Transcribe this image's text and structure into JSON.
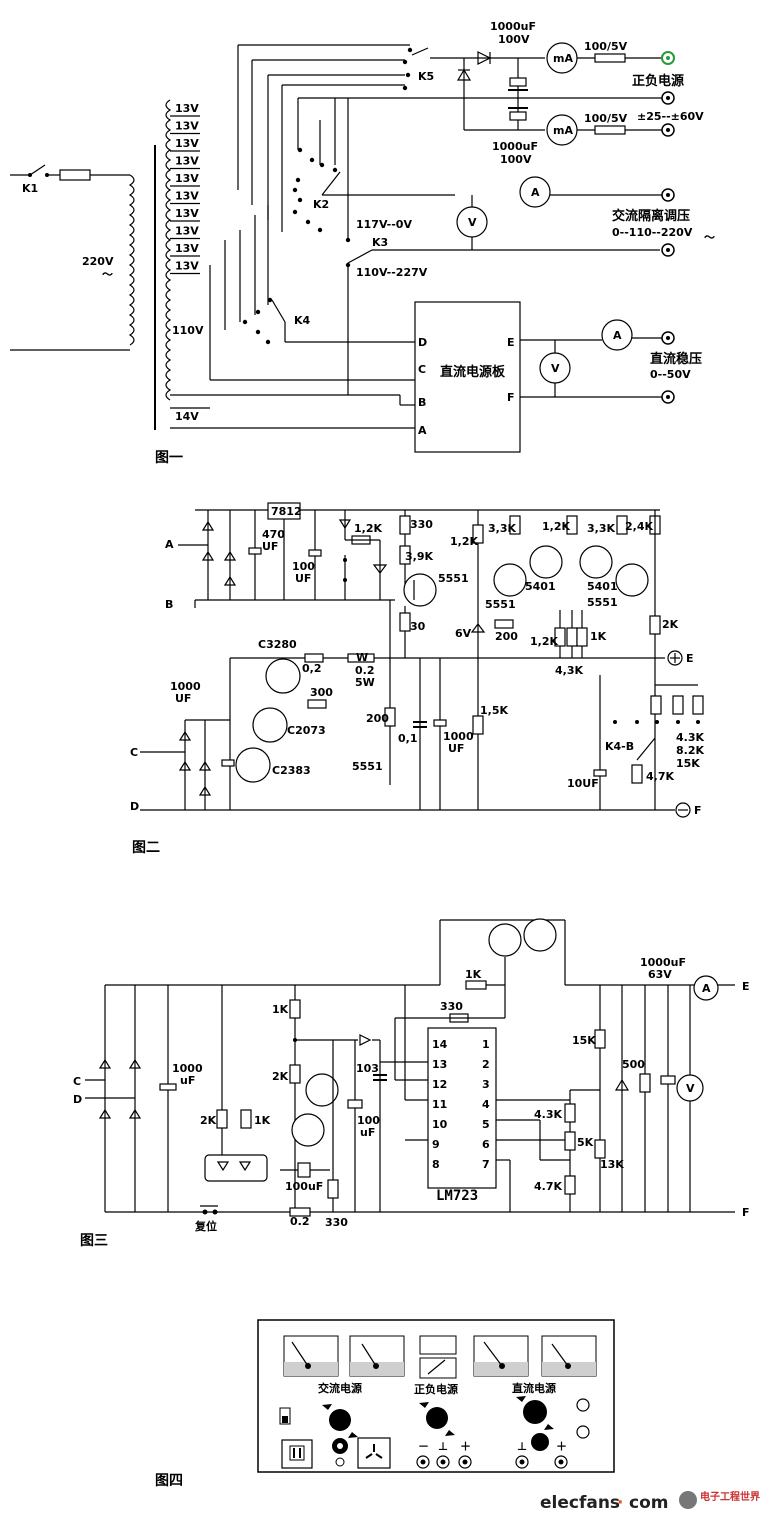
{
  "fig1": {
    "caption": "图一",
    "k1": "K1",
    "k2": "K2",
    "k3": "K3",
    "k4": "K4",
    "k5": "K5",
    "v220": "220V",
    "v220_tilde": "～",
    "taps_13v": [
      "13V",
      "13V",
      "13V",
      "13V",
      "13V",
      "13V",
      "13V",
      "13V",
      "13V",
      "13V"
    ],
    "v110": "110V",
    "v14": "14V",
    "cap_top": [
      "1000uF",
      "100V"
    ],
    "cap_bot": [
      "1000uF",
      "100V"
    ],
    "shunt_top": "100/5V",
    "shunt_bot": "100/5V",
    "pn_label": "正负电源",
    "pn_range": "±25--±60V",
    "ac_label": "交流隔离调压",
    "ac_range": "0--110--220V",
    "ac_tilde": "～",
    "k3_upper": "117V--0V",
    "k3_lower": "110V--227V",
    "board_label": "直流电源板",
    "board_pins": [
      "D",
      "C",
      "B",
      "A",
      "E",
      "F"
    ],
    "dc_label": "直流稳压",
    "dc_range": "0--50V",
    "meter_ma": "mA",
    "meter_a": "A",
    "meter_v": "V"
  },
  "fig2": {
    "caption": "图二",
    "ic": "7812",
    "labels": {
      "A": "A",
      "B": "B",
      "C": "C",
      "D": "D",
      "E": "E",
      "F": "F",
      "c470": [
        "470",
        "UF"
      ],
      "c100": [
        "100",
        "UF"
      ],
      "c1000": [
        "1000",
        "UF"
      ],
      "r12k_top": "1,2K",
      "r330": "330",
      "r39k": "3,9K",
      "r30": "30",
      "r12k_l": "1,2K",
      "r33k_1": "3,3K",
      "r12k_m": "1,2K",
      "r33k_2": "3,3K",
      "r24k": "2,4K",
      "q5551_a": "5551",
      "q5401_a": "5401",
      "q5401_b": "5401",
      "q5551_b": "5551",
      "q5551_c": "5551",
      "z6v": "6V",
      "r200_a": "200",
      "r12k_b": "1,2K",
      "r1k": "1K",
      "r43k": "4,3K",
      "r2k": "2K",
      "c3280": "C3280",
      "r02": "0,2",
      "rw": "W",
      "rw_val": [
        "0.2",
        "5W"
      ],
      "r300": "300",
      "c2073": "C2073",
      "c2383": "C2383",
      "q5551_d": "5551",
      "r200_b": "200",
      "c01": "0,1",
      "c1000b": [
        "1000",
        "UF"
      ],
      "r15k": "1,5K",
      "k4b": "K4-B",
      "c10": "10UF",
      "r47k": "4,7K",
      "sel": [
        "4.3K",
        "8.2K",
        "15K"
      ]
    }
  },
  "fig3": {
    "caption": "图三",
    "chip": "LM723",
    "pins_left": [
      "14",
      "13",
      "12",
      "11",
      "10",
      "9",
      "8"
    ],
    "pins_right": [
      "1",
      "2",
      "3",
      "4",
      "5",
      "6",
      "7"
    ],
    "labels": {
      "C": "C",
      "D": "D",
      "E": "E",
      "F": "F",
      "c1000": [
        "1000",
        "uF"
      ],
      "r1k_top": "1K",
      "r2k_l": "2K",
      "r2k": "2K",
      "r1k": "1K",
      "c100u_a": "100uF",
      "r02": "0.2",
      "r330_b": "330",
      "reset": "复位",
      "c103": "103",
      "c100u_b": [
        "100",
        "uF"
      ],
      "r330_t": "330",
      "r1k_t": "1K",
      "r43k": "4.3K",
      "r5k": "5K",
      "r47k": "4.7K",
      "r15k": "15K",
      "r13k": "13K",
      "r500": "500",
      "c_out": [
        "1000uF",
        "63V"
      ]
    }
  },
  "fig4": {
    "caption": "图四",
    "group_labels": [
      "交流电源",
      "正负电源",
      "直流电源"
    ],
    "terminal_symbols": [
      "－",
      "⊥",
      "＋",
      "⊥",
      "＋"
    ]
  },
  "watermark": {
    "brand": "elecfans",
    "dot": "·",
    "suffix": "com",
    "cn": "电子工程世界"
  }
}
